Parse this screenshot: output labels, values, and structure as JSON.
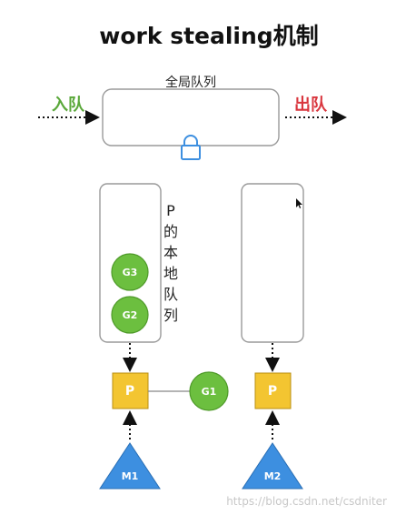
{
  "title": "work stealing机制",
  "global_queue": {
    "label": "全局队列",
    "enqueue_label": "入队",
    "dequeue_label": "出队"
  },
  "local_queue": {
    "label_chars": [
      "P",
      "的",
      "本",
      "地",
      "队",
      "列"
    ],
    "goroutines": [
      "G3",
      "G2"
    ]
  },
  "processors": [
    "P",
    "P"
  ],
  "machines": [
    "M1",
    "M2"
  ],
  "stolen_goroutine": "G1",
  "watermark": "https://blog.csdn.net/csdniter",
  "colors": {
    "enqueue": "#5aa83a",
    "dequeue": "#d9363e",
    "goroutine": "#6cbf3f",
    "processor": "#f3c531",
    "machine": "#3d8fe0",
    "lock": "#3d8fe0"
  }
}
